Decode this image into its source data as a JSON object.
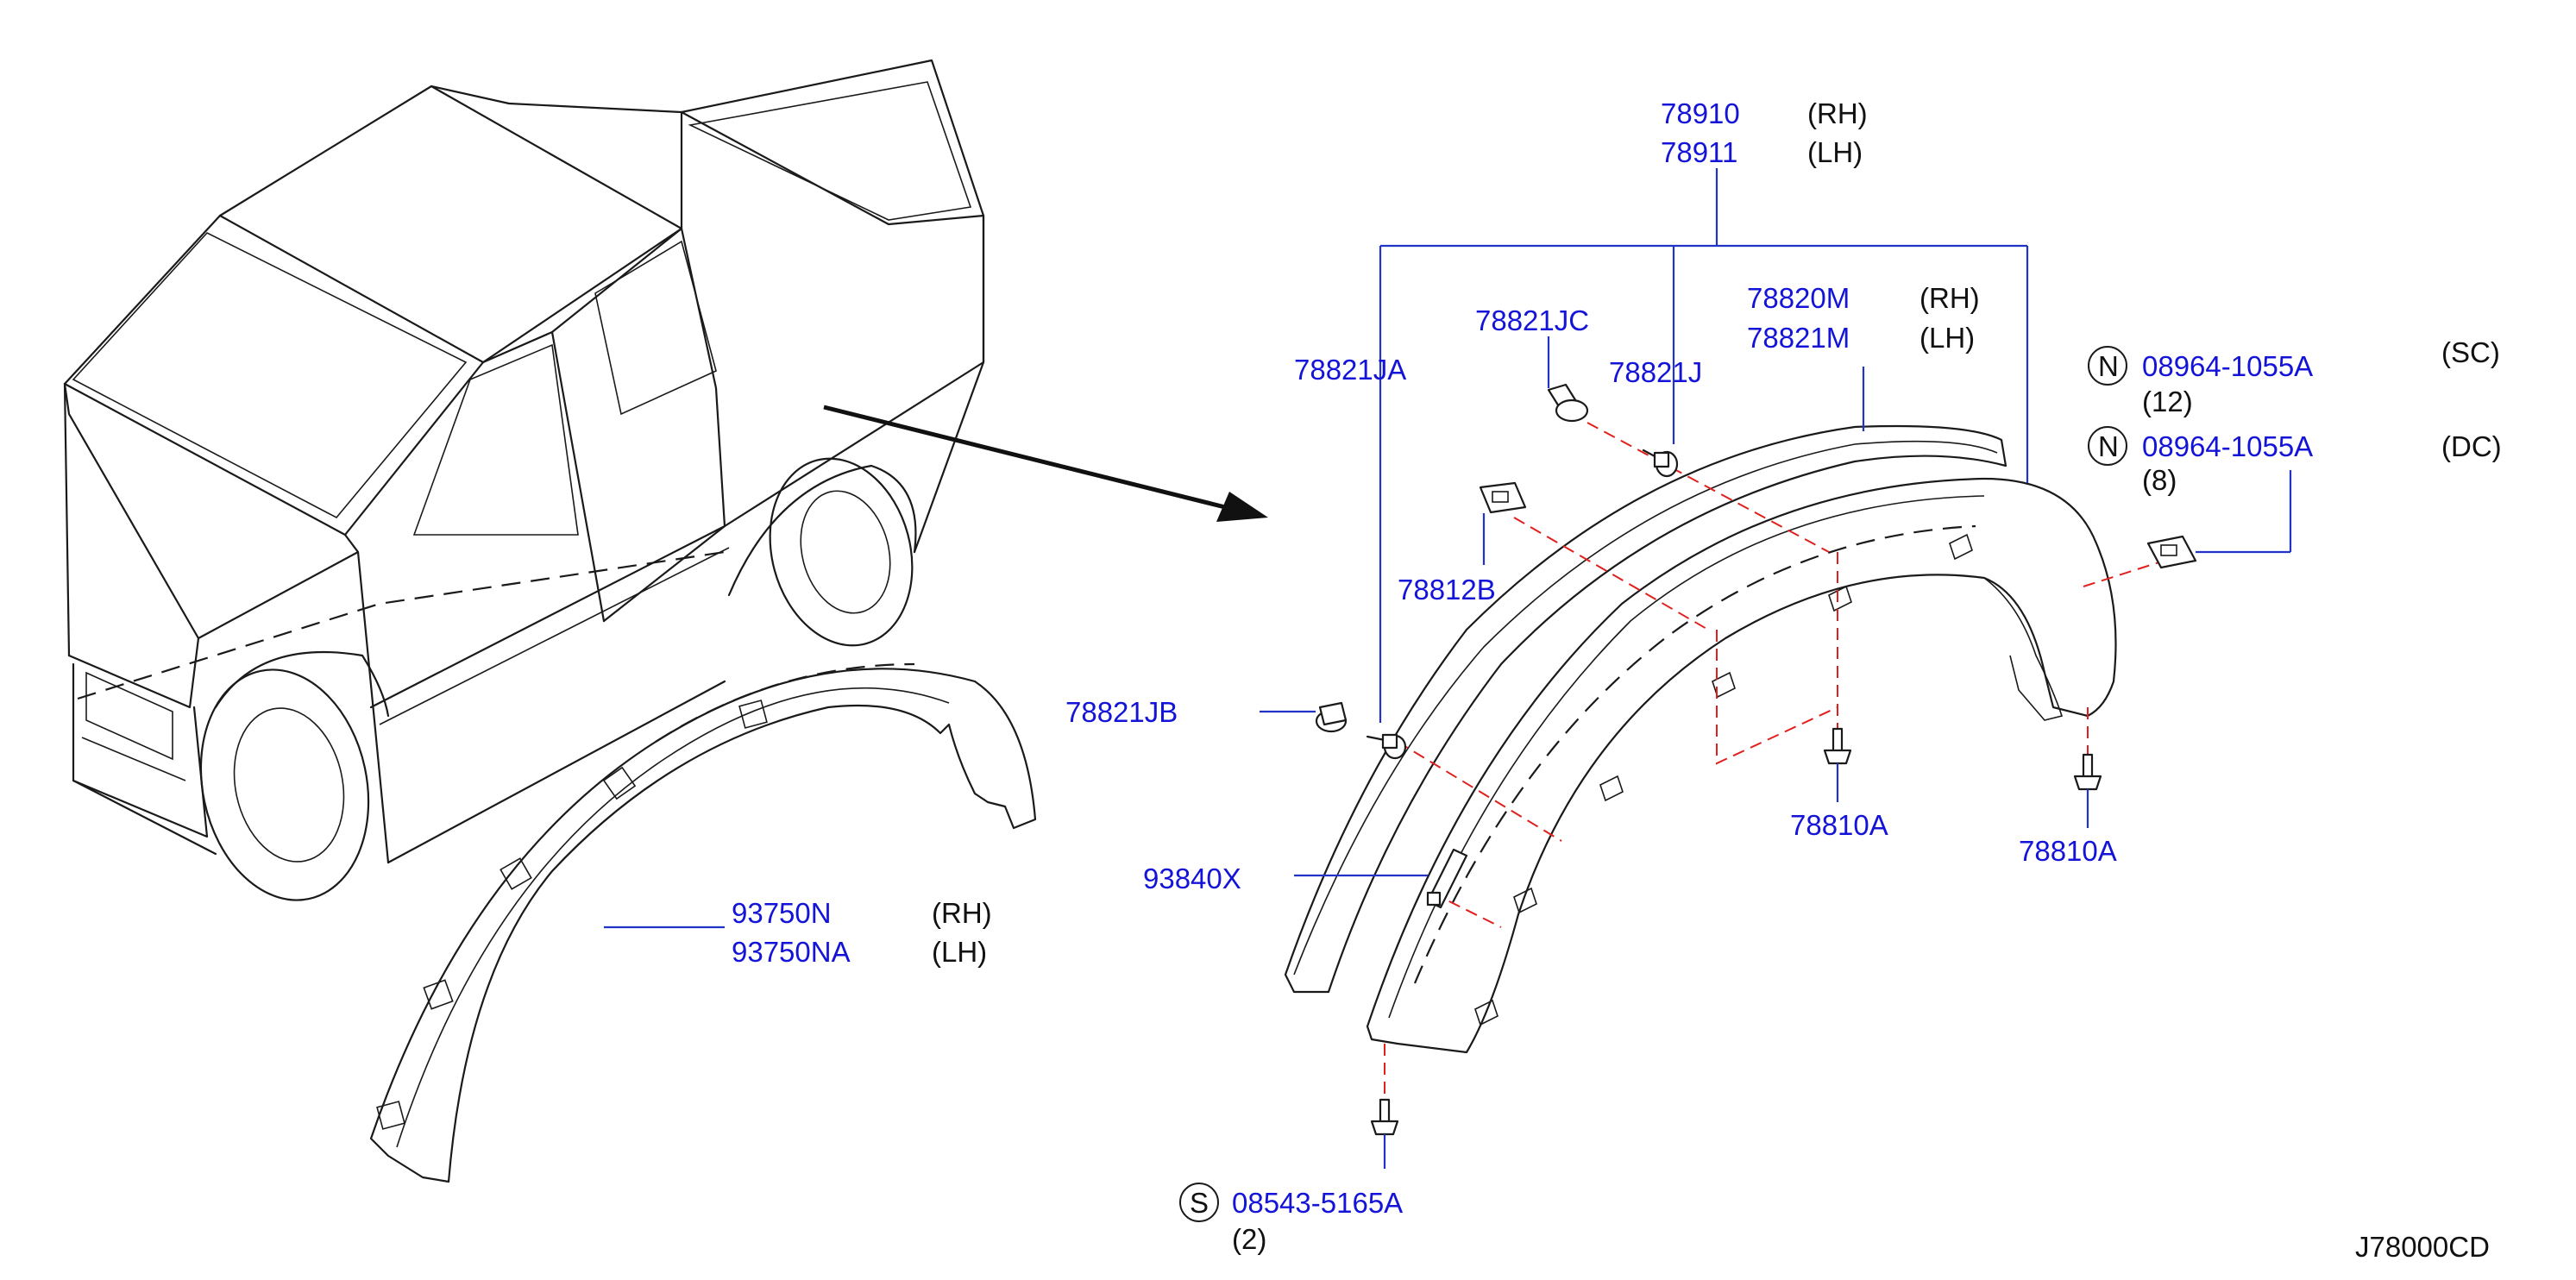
{
  "callouts": {
    "p78910": "78910",
    "p78911": "78911",
    "rh1": "(RH)",
    "lh1": "(LH)",
    "p78821jc": "78821JC",
    "p78821ja": "78821JA",
    "p78821j": "78821J",
    "p78820m": "78820M",
    "p78821m": "78821M",
    "rh2": "(RH)",
    "lh2": "(LH)",
    "n1_symbol": "N",
    "n1_part": "08964-1055A",
    "n1_variant": "(SC)",
    "n1_qty": "(12)",
    "n2_symbol": "N",
    "n2_part": "08964-1055A",
    "n2_variant": "(DC)",
    "n2_qty": "(8)",
    "p78812b": "78812B",
    "p78821jb": "78821JB",
    "p78810a_1": "78810A",
    "p78810a_2": "78810A",
    "p93840x": "93840X",
    "p93750n": "93750N",
    "p93750na": "93750NA",
    "rh3": "(RH)",
    "lh3": "(LH)",
    "s_symbol": "S",
    "s_part": "08543-5165A",
    "s_qty": "(2)",
    "diagram_id": "J78000CD"
  },
  "colors": {
    "part_number": "#1414d8",
    "leader": "#2233c8",
    "centerline": "#e0201c",
    "outline": "#1a1a1a"
  }
}
